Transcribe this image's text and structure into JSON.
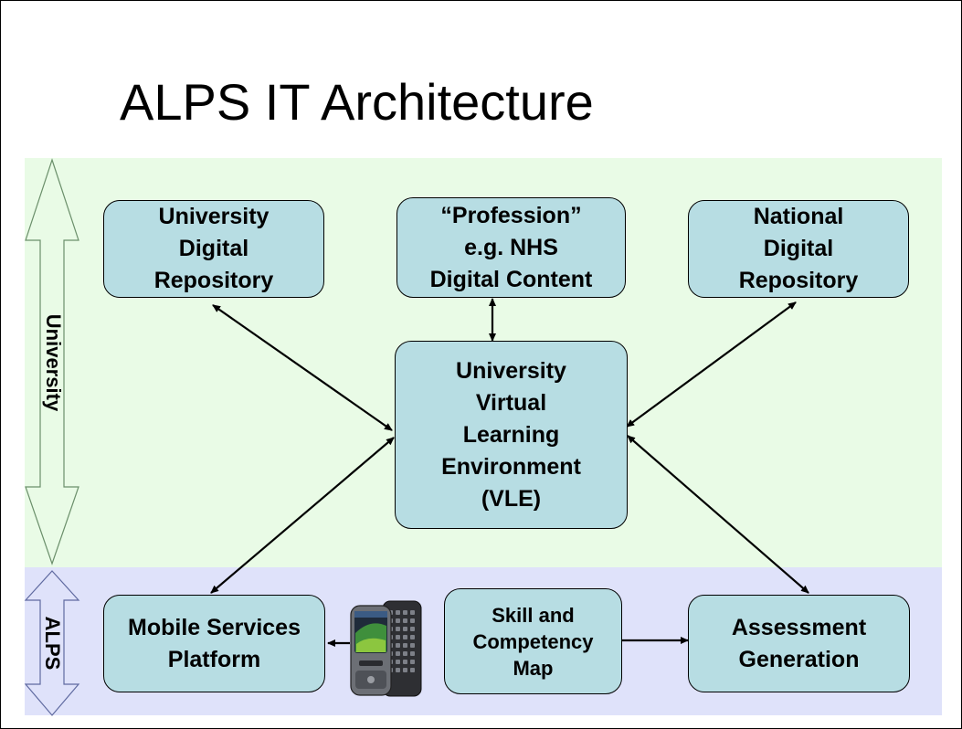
{
  "title": "ALPS IT Architecture",
  "bands": {
    "university_label": "University",
    "alps_label": "ALPS"
  },
  "nodes": {
    "university_repository": "University\nDigital\nRepository",
    "profession_content": "“Profession”\ne.g. NHS\nDigital Content",
    "national_repository": "National\nDigital\nRepository",
    "vle": "University\nVirtual\nLearning\nEnvironment\n(VLE)",
    "mobile_services": "Mobile Services\nPlatform",
    "skill_map": "Skill and\nCompetency\nMap",
    "assessment_generation": "Assessment\nGeneration"
  },
  "colors": {
    "university_band": "#e9fbe6",
    "alps_band": "#dfe2fa",
    "node_fill": "#b7dde3",
    "arrow": "#000000"
  },
  "icons": {
    "device": "mobile-phone-icon"
  }
}
